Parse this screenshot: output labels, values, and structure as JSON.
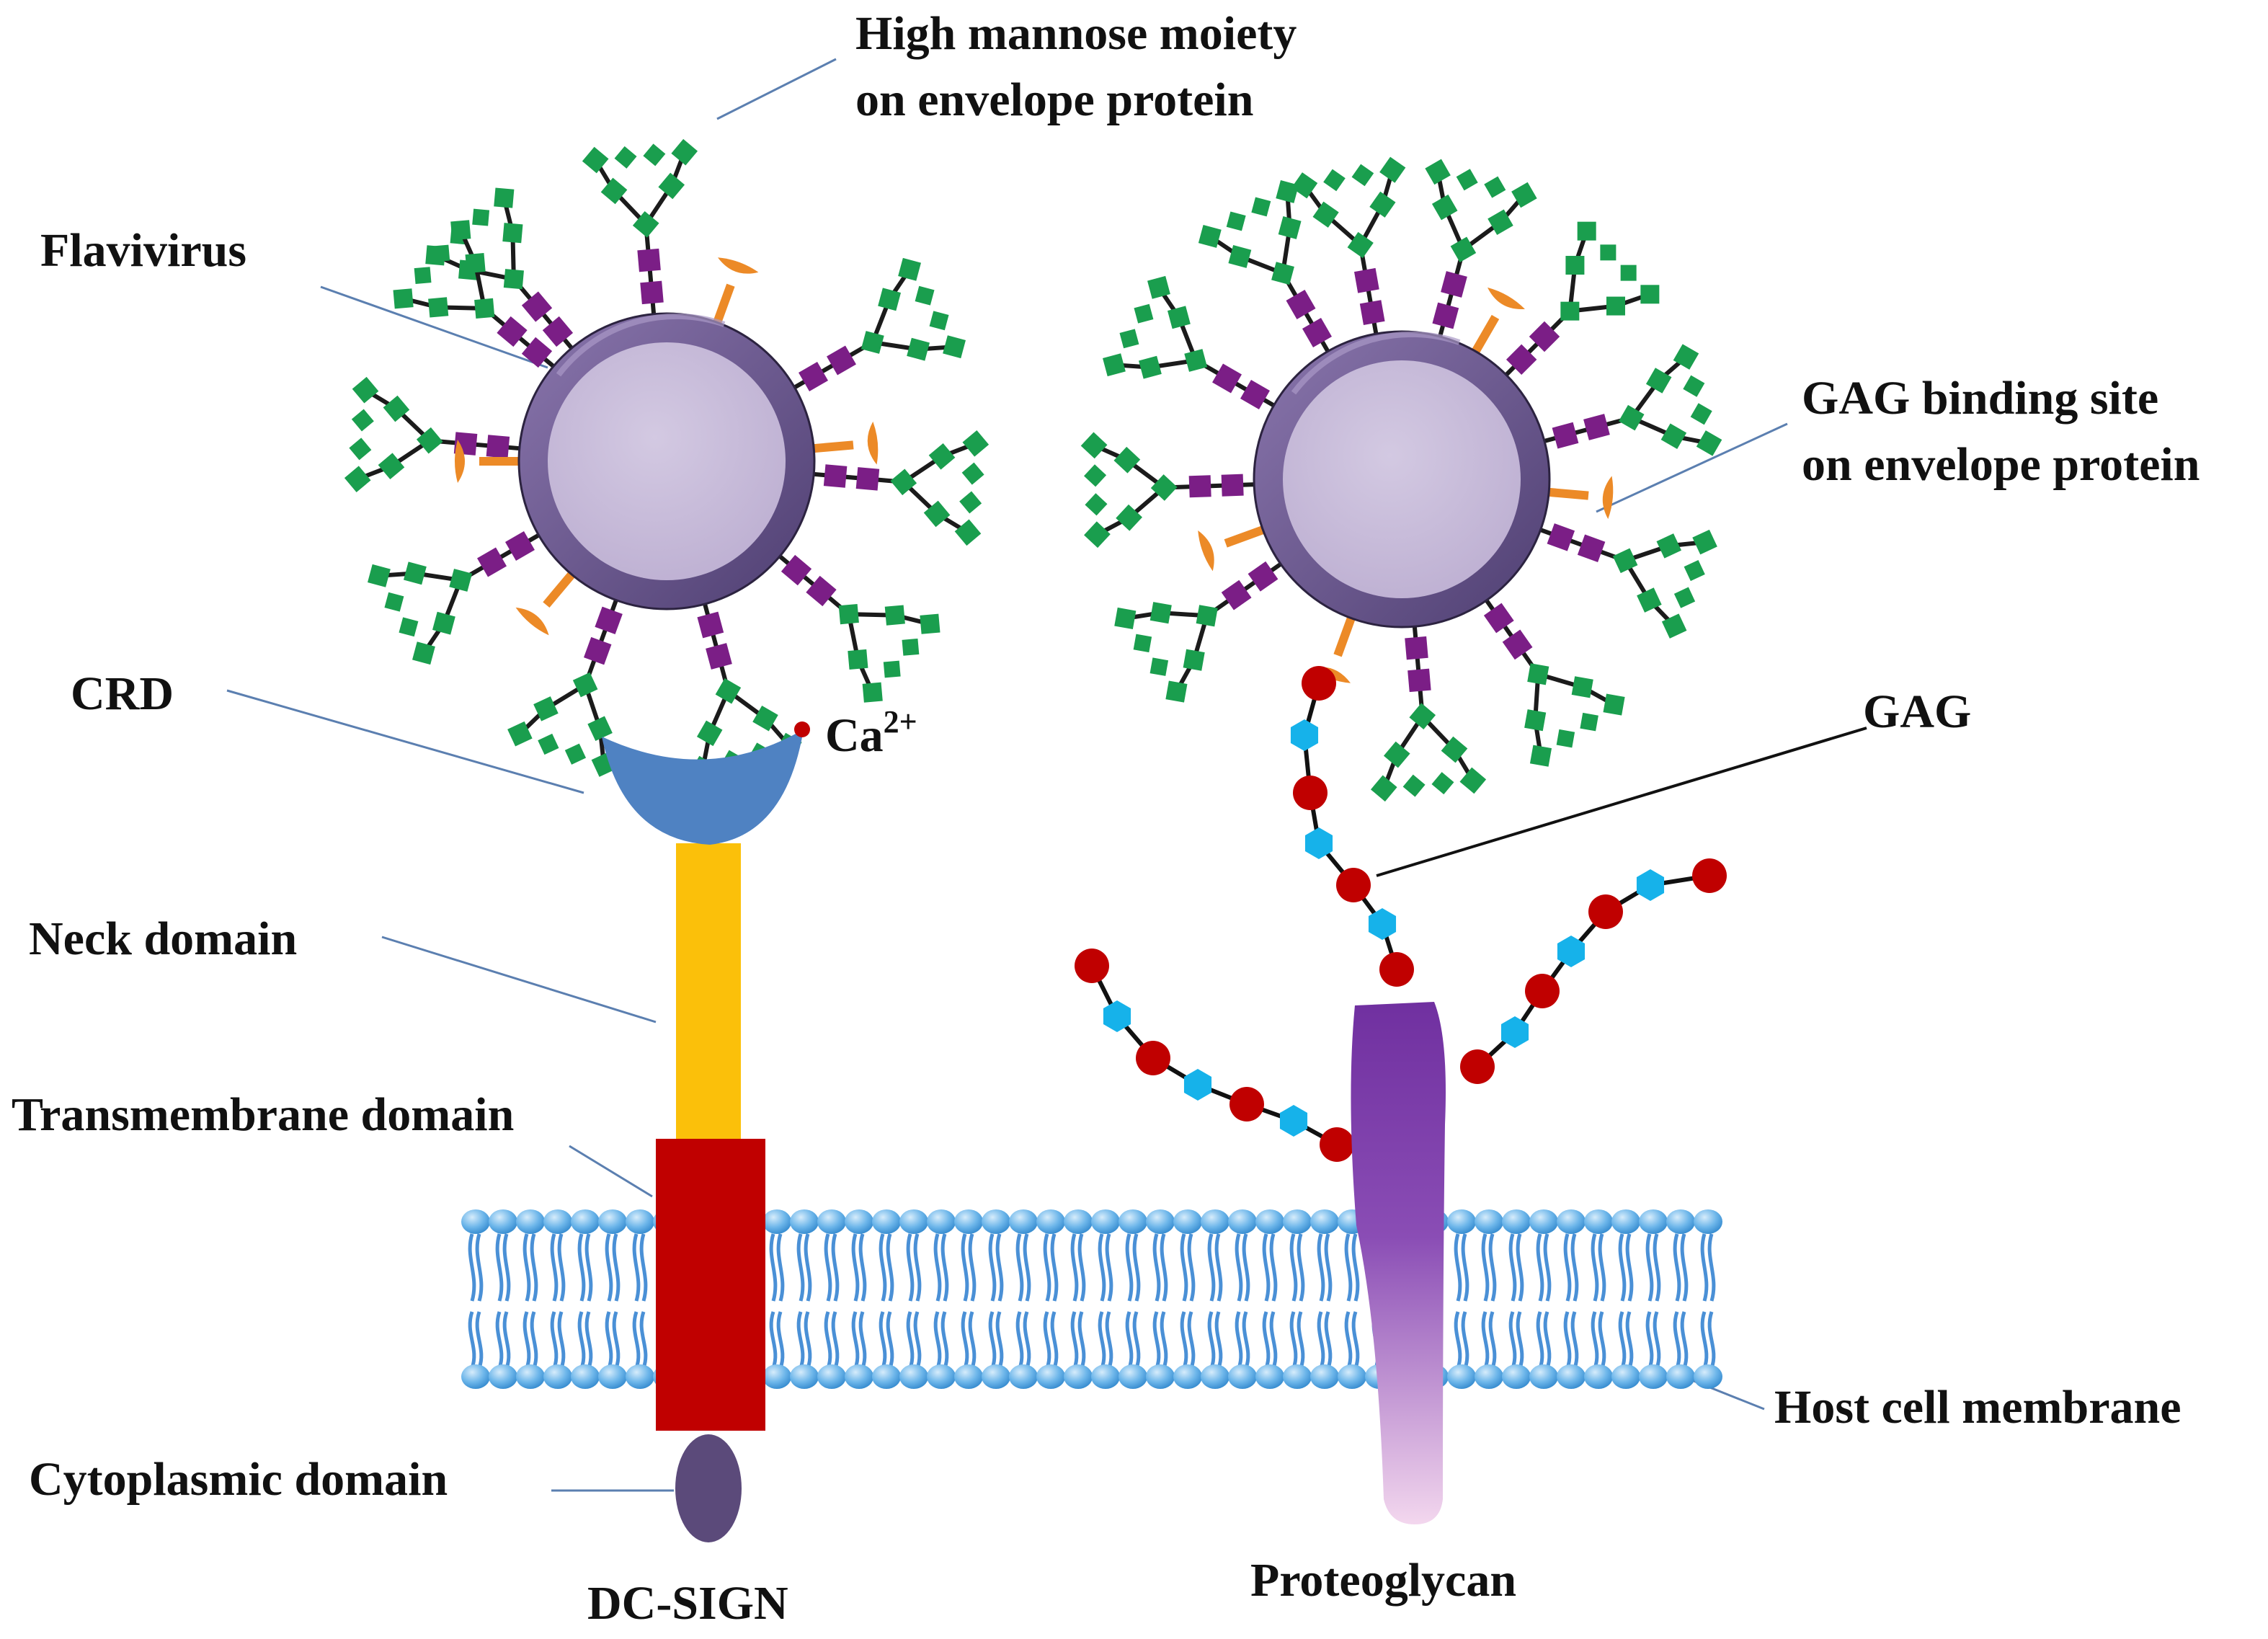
{
  "labels": {
    "high_mannose_line1": "High mannose moiety",
    "high_mannose_line2": "on envelope protein",
    "flavivirus": "Flavivirus",
    "gag_binding_line1": "GAG binding site",
    "gag_binding_line2": "on envelope protein",
    "crd": "CRD",
    "calcium": "Ca",
    "calcium_charge": "2+",
    "gag": "GAG",
    "neck_domain": "Neck domain",
    "transmembrane_domain": "Transmembrane domain",
    "host_cell_membrane": "Host cell membrane",
    "cytoplasmic_domain": "Cytoplasmic domain",
    "dc_sign": "DC-SIGN",
    "proteoglycan": "Proteoglycan"
  },
  "colors": {
    "virus_ring": "#6a5490",
    "virus_core": "#c8bcd8",
    "mannose_green": "#1a9e4e",
    "linker_purple": "#7b1e86",
    "gag_site_orange": "#ec8a27",
    "crd_blue": "#4f82c2",
    "neck_yellow": "#fbc00a",
    "transmembrane_red": "#c00000",
    "cytoplasmic_purple": "#5b4a7a",
    "gag_red": "#c00000",
    "gag_cyan": "#16b2ea",
    "proteoglycan_purple": "#7030a0",
    "membrane_blue": "#5aa9e6",
    "leader_line": "#5b7fb0"
  }
}
